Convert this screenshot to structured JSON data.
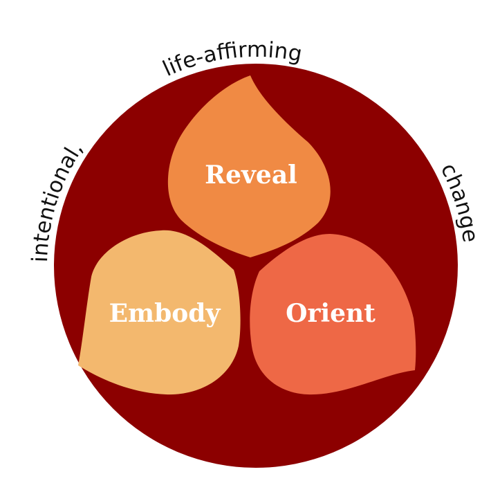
{
  "ring_text": {
    "part1": "intentional,",
    "part2": "life-affirming",
    "part3": "change"
  },
  "petals": [
    {
      "label": "Reveal",
      "color": "#f08a44"
    },
    {
      "label": "Embody",
      "color": "#f3b86e"
    },
    {
      "label": "Orient",
      "color": "#ee6846"
    }
  ],
  "colors": {
    "circle": "#8c0000",
    "text": "#111111",
    "label": "#ffffff"
  }
}
